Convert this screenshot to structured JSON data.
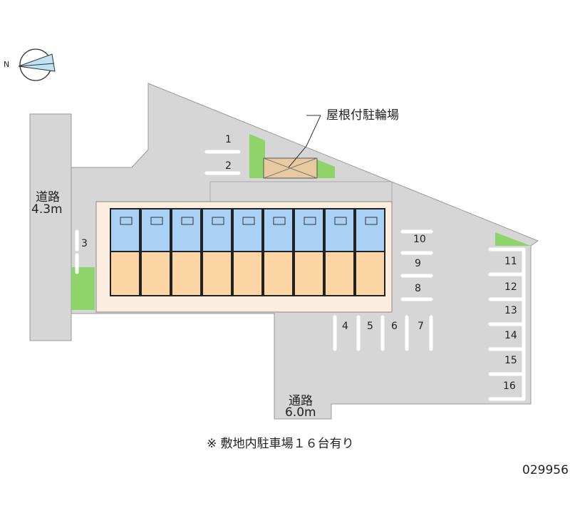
{
  "map": {
    "bike_shelter_label": "屋根付駐輪場",
    "road_left": {
      "name": "道路",
      "width": "4.3m"
    },
    "road_bottom": {
      "name": "通路",
      "width": "6.0m"
    },
    "note": "※ 敷地内駐車場１６台有り",
    "property_code": "029956",
    "north_label": "N",
    "parking_numbers": [
      "1",
      "2",
      "3",
      "4",
      "5",
      "6",
      "7",
      "8",
      "9",
      "10",
      "11",
      "12",
      "13",
      "14",
      "15",
      "16"
    ],
    "unit_count": 9,
    "colors": {
      "ground": "#d6d6d6",
      "green": "#8fd46a",
      "upper_unit": "#a9d0f5",
      "lower_unit": "#fbd6a4",
      "building_base": "#fbeee0"
    }
  }
}
